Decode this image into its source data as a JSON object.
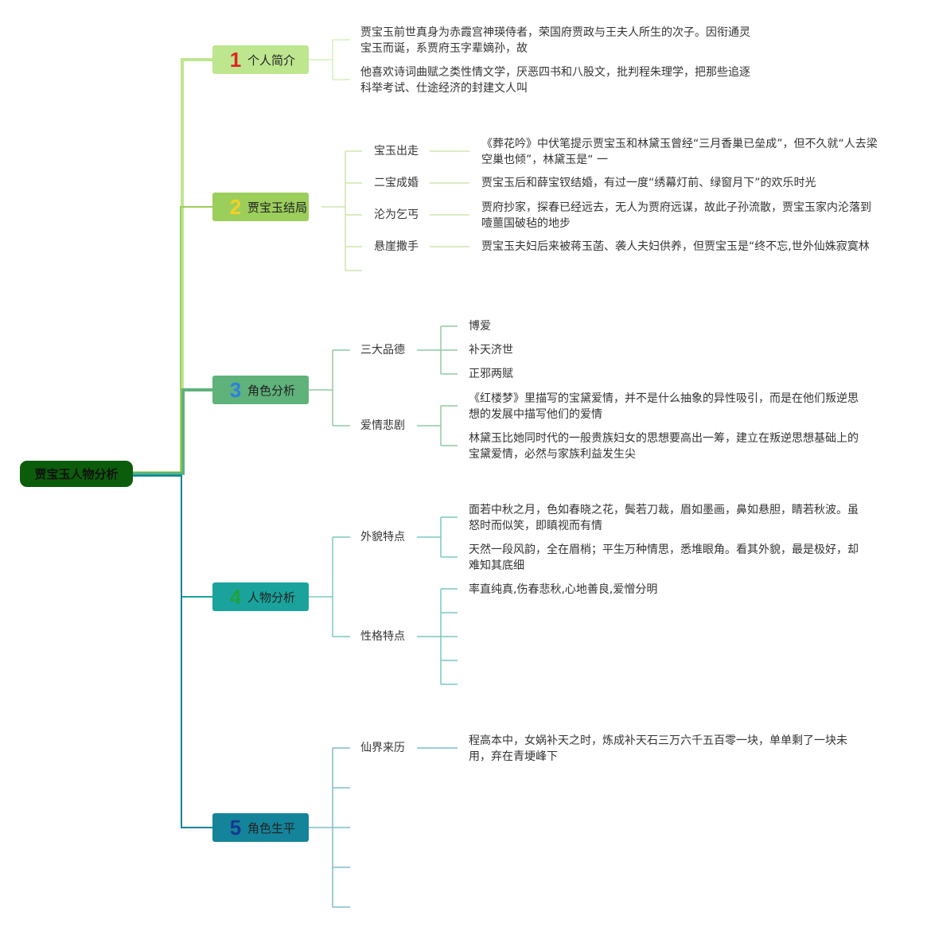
{
  "root": {
    "label": "贾宝玉人物分析"
  },
  "colors": {
    "t1": "#bde68f",
    "t2": "#9cce5c",
    "t3": "#5fb27a",
    "t4": "#1aa39d",
    "t5": "#14849a",
    "root": "#0b5d0b"
  },
  "topics": [
    {
      "num": "1",
      "label": "个人简介",
      "num_color": "#e02424"
    },
    {
      "num": "2",
      "label": "贾宝玉结局",
      "num_color": "#f5d020"
    },
    {
      "num": "3",
      "label": "角色分析",
      "num_color": "#2f7fe0"
    },
    {
      "num": "4",
      "label": "人物分析",
      "num_color": "#1fa23a"
    },
    {
      "num": "5",
      "label": "角色生平",
      "num_color": "#17388f"
    }
  ],
  "t1": {
    "notes": [
      "贾宝玉前世真身为赤霞宫神瑛侍者，荣国府贾政与王夫人所生的次子。因衔通灵宝玉而诞，系贾府玉字辈嫡孙，故",
      "他喜欢诗词曲赋之类性情文学，厌恶四书和八股文，批判程朱理学，把那些追逐科举考试、仕途经济的封建文人叫"
    ]
  },
  "t2": {
    "items": [
      {
        "label": "宝玉出走",
        "text": "《葬花吟》中伏笔提示贾宝玉和林黛玉曾经“三月香巢已垒成”，但不久就“人去梁空巢也倾”，林黛玉是“ 一"
      },
      {
        "label": "二宝成婚",
        "text": "贾宝玉后和薛宝钗结婚，有过一度“绣幕灯前、绿窗月下”的欢乐时光"
      },
      {
        "label": "沦为乞丐",
        "text": "贾府抄家，探春已经远去，无人为贾府远谋，故此子孙流散，贾宝玉家内沦落到噎蘁国破毡的地步"
      },
      {
        "label": "悬崖撒手",
        "text": "贾宝玉夫妇后来被蒋玉菡、袭人夫妇供养，但贾宝玉是“终不忘,世外仙姝寂寞林"
      }
    ]
  },
  "t3": {
    "virtues": {
      "label": "三大品德",
      "items": [
        "博爱",
        "补天济世",
        "正邪两赋"
      ]
    },
    "love": {
      "label": "爱情悲剧",
      "items": [
        "《红楼梦》里描写的宝黛爱情，并不是什么抽象的异性吸引，而是在他们叛逆思想的发展中描写他们的爱情",
        "林黛玉比她同时代的一般贵族妇女的思想要高出一筹，建立在叛逆思想基础上的宝黛爱情，必然与家族利益发生尖"
      ]
    }
  },
  "t4": {
    "appearance": {
      "label": "外貌特点",
      "items": [
        "面若中秋之月，色如春晓之花，鬓若刀裁，眉如墨画，鼻如悬胆，睛若秋波。虽怒时而似笑，即瞋视而有情",
        "天然一段风韵，全在眉梢；平生万种情思，悉堆眼角。看其外貌，最是极好，却难知其底细"
      ]
    },
    "character": {
      "label": "性格特点",
      "items": [
        "率直纯真,伤春悲秋,心地善良,爱憎分明"
      ]
    }
  },
  "t5": {
    "origin": {
      "label": "仙界来历",
      "text": "程高本中，女娲补天之时，炼成补天石三万六千五百零一块，单单剩了一块未用，弃在青埂峰下"
    }
  }
}
